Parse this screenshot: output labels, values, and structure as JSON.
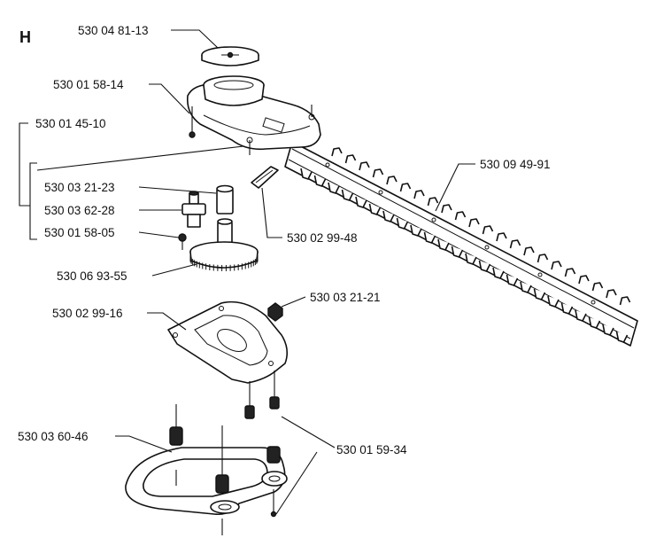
{
  "section_letter": "H",
  "part_numbers": {
    "cover": "530 04 81-13",
    "screw_top": "530 01 58-14",
    "bracket_kit": "530 01 45-10",
    "sleeve": "530 03 21-23",
    "eccentric_shaft": "530 03 62-28",
    "screw_small": "530 01 58-05",
    "gear_wheel": "530 06 93-55",
    "blade": "530 09 49-91",
    "guide_plate": "530 02 99-48",
    "cover_plate": "530 02 99-16",
    "spacer": "530 03 21-21",
    "handle_bracket": "530 03 60-46",
    "screws_bottom": "530 01 59-34"
  }
}
